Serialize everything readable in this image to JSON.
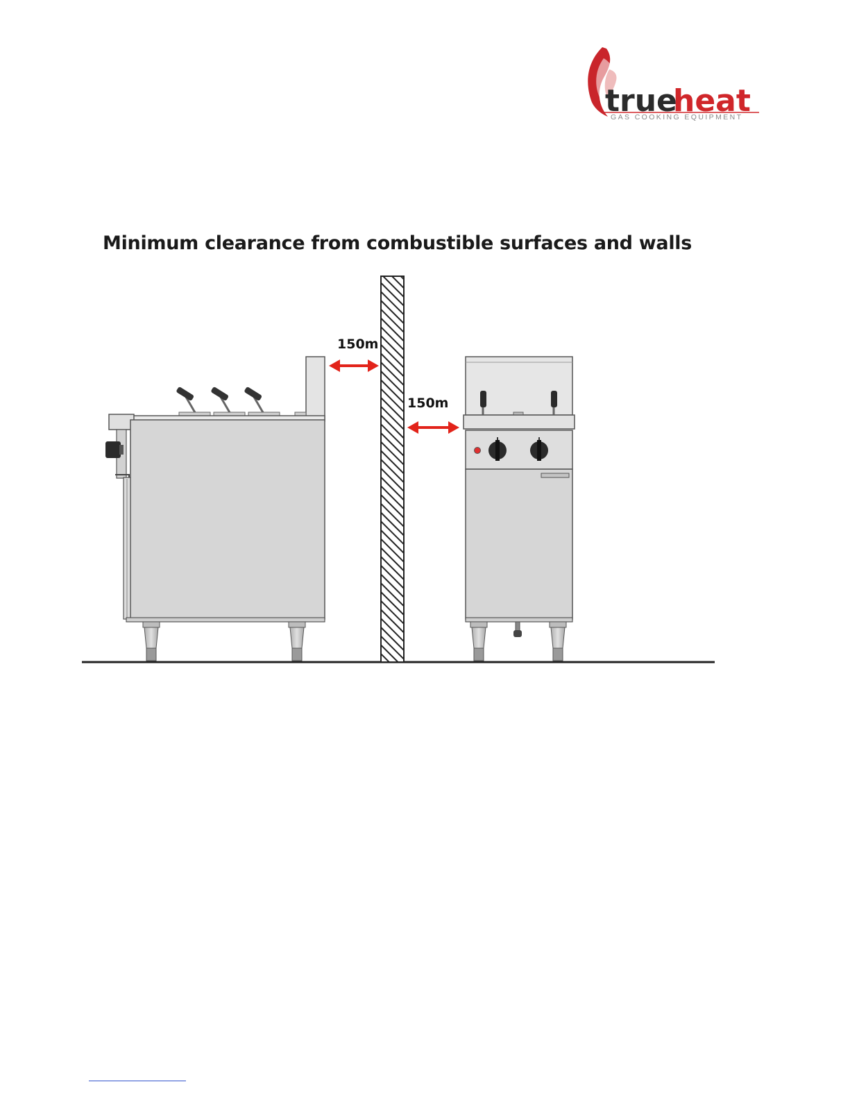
{
  "header": {
    "logo": {
      "icon": "flame-icon",
      "brand_dark": "true",
      "brand_red": "heat",
      "tagline": "GAS COOKING EQUIPMENT",
      "brand_red_color": "#d0262a"
    }
  },
  "document": {
    "title": "Minimum clearance from combustible surfaces and walls"
  },
  "diagram": {
    "clearance_left_label": "150m",
    "clearance_right_label": "150m",
    "arrow_color": "#e2231a"
  }
}
